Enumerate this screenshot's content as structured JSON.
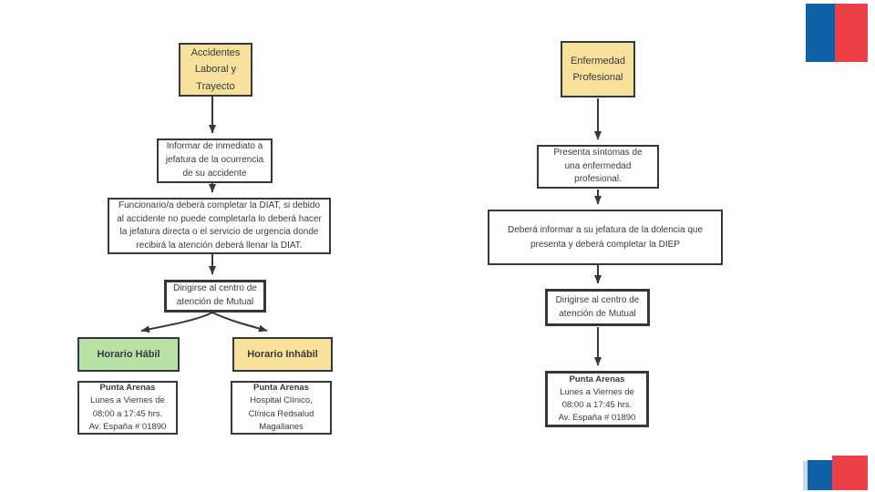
{
  "palette": {
    "node_border": "#33383f",
    "text": "#363b42",
    "yellow_fill": "#f8e19b",
    "green_fill": "#b8e0a5",
    "flag_blue": "#1161a8",
    "flag_red": "#ec4048",
    "flag_light_blue": "#c7daee"
  },
  "left_flow": {
    "header": {
      "lines": [
        "Accidentes",
        "Laboral y",
        "Trayecto"
      ]
    },
    "notify": {
      "lines": [
        "Informar de inmediato a",
        "jefatura de la ocurrencia",
        "de su accidente"
      ]
    },
    "diat": {
      "lines": [
        "Funcionario/a deberá completar la DIAT, si debido",
        "al accidente no puede completarla lo deberá hacer",
        "la jefatura directa o el servicio de urgencia donde",
        "recibirá la atención deberá llenar la DIAT."
      ]
    },
    "go_center": {
      "lines": [
        "Dirigirse al centro de",
        "atención de Mutual"
      ]
    },
    "habil": {
      "label": "Horario Hábil"
    },
    "inhabil": {
      "label": "Horario Inhábil"
    },
    "habil_info": {
      "lines": [
        "Punta Arenas",
        "Lunes a Viernes de",
        "08:00 a 17:45 hrs.",
        "Av. España # 01890"
      ]
    },
    "inhabil_info": {
      "lines": [
        "Punta Arenas",
        "Hospital Clínico,",
        "Clínica Redsalud",
        "Magallanes"
      ]
    }
  },
  "right_flow": {
    "header": {
      "lines": [
        "Enfermedad",
        "Profesional"
      ]
    },
    "symptoms": {
      "lines": [
        "Presenta síntomas de",
        "una enfermedad",
        "profesional."
      ]
    },
    "diep": {
      "lines": [
        "Deberá informar a su jefatura de la dolencia que",
        "presenta y deberá completar la DIEP"
      ]
    },
    "go_center": {
      "lines": [
        "Dirigirse al centro de",
        "atención de Mutual"
      ]
    },
    "center_info": {
      "lines": [
        "Punta Arenas",
        "Lunes a Viernes de",
        "08:00 a 17:45 hrs.",
        "Av. España # 01890"
      ]
    }
  }
}
